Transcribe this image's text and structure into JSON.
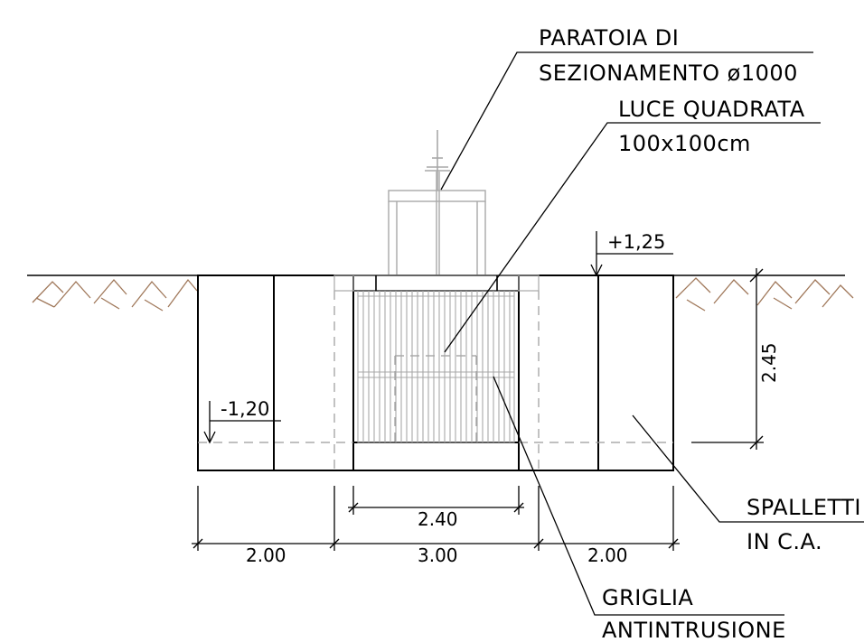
{
  "labels": {
    "gate_line1": "PARATOIA DI",
    "gate_line2": "SEZIONAMENTO ø1000",
    "opening_line1": "LUCE QUADRATA",
    "opening_line2": "100x100cm",
    "walls_line1": "SPALLETTI",
    "walls_line2": "IN C.A.",
    "grid_line1": "GRIGLIA",
    "grid_line2": "ANTINTRUSIONE"
  },
  "elevations": {
    "top": "+1,25",
    "bottom": "-1,20"
  },
  "dimensions": {
    "height": "2.45",
    "inner_span": "2.40",
    "left": "2.00",
    "center": "3.00",
    "right": "2.00"
  },
  "colors": {
    "line": "#000000",
    "ground_hatch": "#a0785a",
    "gate": "#a8a8a8",
    "hidden": "#9a9a9a"
  }
}
